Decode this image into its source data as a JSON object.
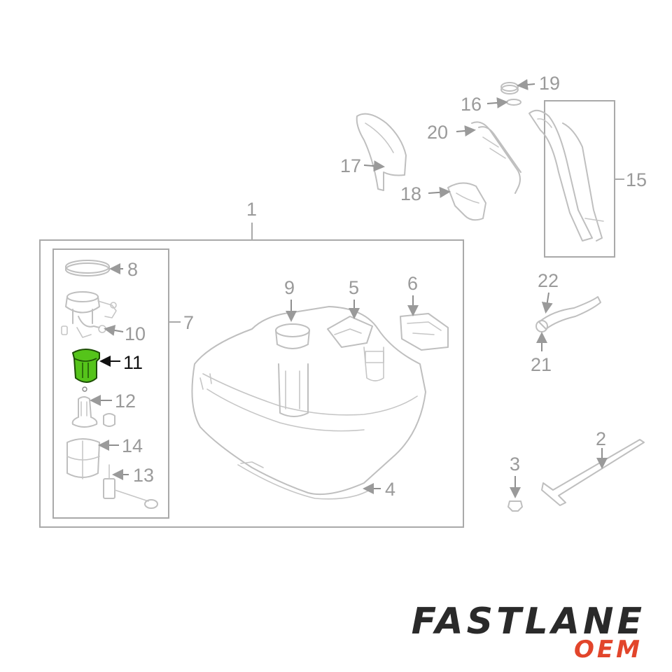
{
  "diagram": {
    "highlight_color": "#55c41a",
    "highlighted_part": "11",
    "callouts": {
      "c1": "1",
      "c2": "2",
      "c3": "3",
      "c4": "4",
      "c5": "5",
      "c6": "6",
      "c7": "7",
      "c8": "8",
      "c9": "9",
      "c10": "10",
      "c11": "11",
      "c12": "12",
      "c13": "13",
      "c14": "14",
      "c15": "15",
      "c16": "16",
      "c17": "17",
      "c18": "18",
      "c19": "19",
      "c20": "20",
      "c21": "21",
      "c22": "22"
    }
  },
  "brand": {
    "name": "FASTLANE",
    "sub": "OEM",
    "name_color": "#2a2a2a",
    "sub_color": "#e2452b"
  }
}
